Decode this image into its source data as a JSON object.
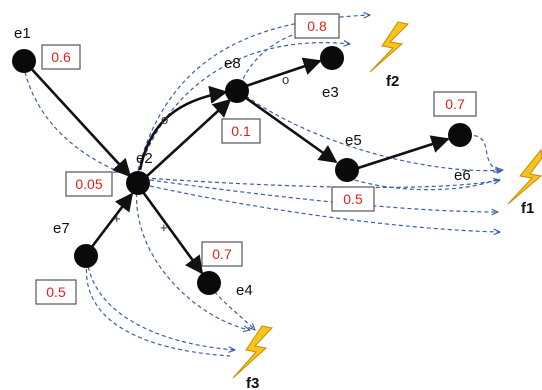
{
  "colors": {
    "node": "#0a0a0a",
    "edge": "#111111",
    "dashed_edge": "#3a5fa8",
    "probability_text": "#e0211e",
    "probability_border": "#555555",
    "bolt_fill": "#f7c51a",
    "bolt_stroke": "#c78b00"
  },
  "nodes": [
    {
      "id": "e1",
      "label": "e1",
      "probability": "0.6"
    },
    {
      "id": "e2",
      "label": "e2",
      "probability": "0.05"
    },
    {
      "id": "e3",
      "label": "e3",
      "probability": "0.8"
    },
    {
      "id": "e4",
      "label": "e4",
      "probability": "0.7"
    },
    {
      "id": "e5",
      "label": "e5",
      "probability": "0.5"
    },
    {
      "id": "e6",
      "label": "e6",
      "probability": "0.7"
    },
    {
      "id": "e7",
      "label": "e7",
      "probability": "0.5"
    },
    {
      "id": "e8",
      "label": "e8",
      "probability": "0.1"
    }
  ],
  "faults": [
    {
      "id": "f1",
      "label": "f1",
      "icon": "lightning-bolt-icon"
    },
    {
      "id": "f2",
      "label": "f2",
      "icon": "lightning-bolt-icon"
    },
    {
      "id": "f3",
      "label": "f3",
      "icon": "lightning-bolt-icon"
    }
  ],
  "edges": [
    {
      "from": "e1",
      "to": "e2",
      "sign": ""
    },
    {
      "from": "e7",
      "to": "e2",
      "sign": "+"
    },
    {
      "from": "e2",
      "to": "e4",
      "sign": "+"
    },
    {
      "from": "e2",
      "to": "e8",
      "sign": "o"
    },
    {
      "from": "e2",
      "to": "e8",
      "sign": ""
    },
    {
      "from": "e8",
      "to": "e3",
      "sign": "o"
    },
    {
      "from": "e8",
      "to": "e5",
      "sign": ""
    },
    {
      "from": "e5",
      "to": "e6",
      "sign": ""
    }
  ]
}
